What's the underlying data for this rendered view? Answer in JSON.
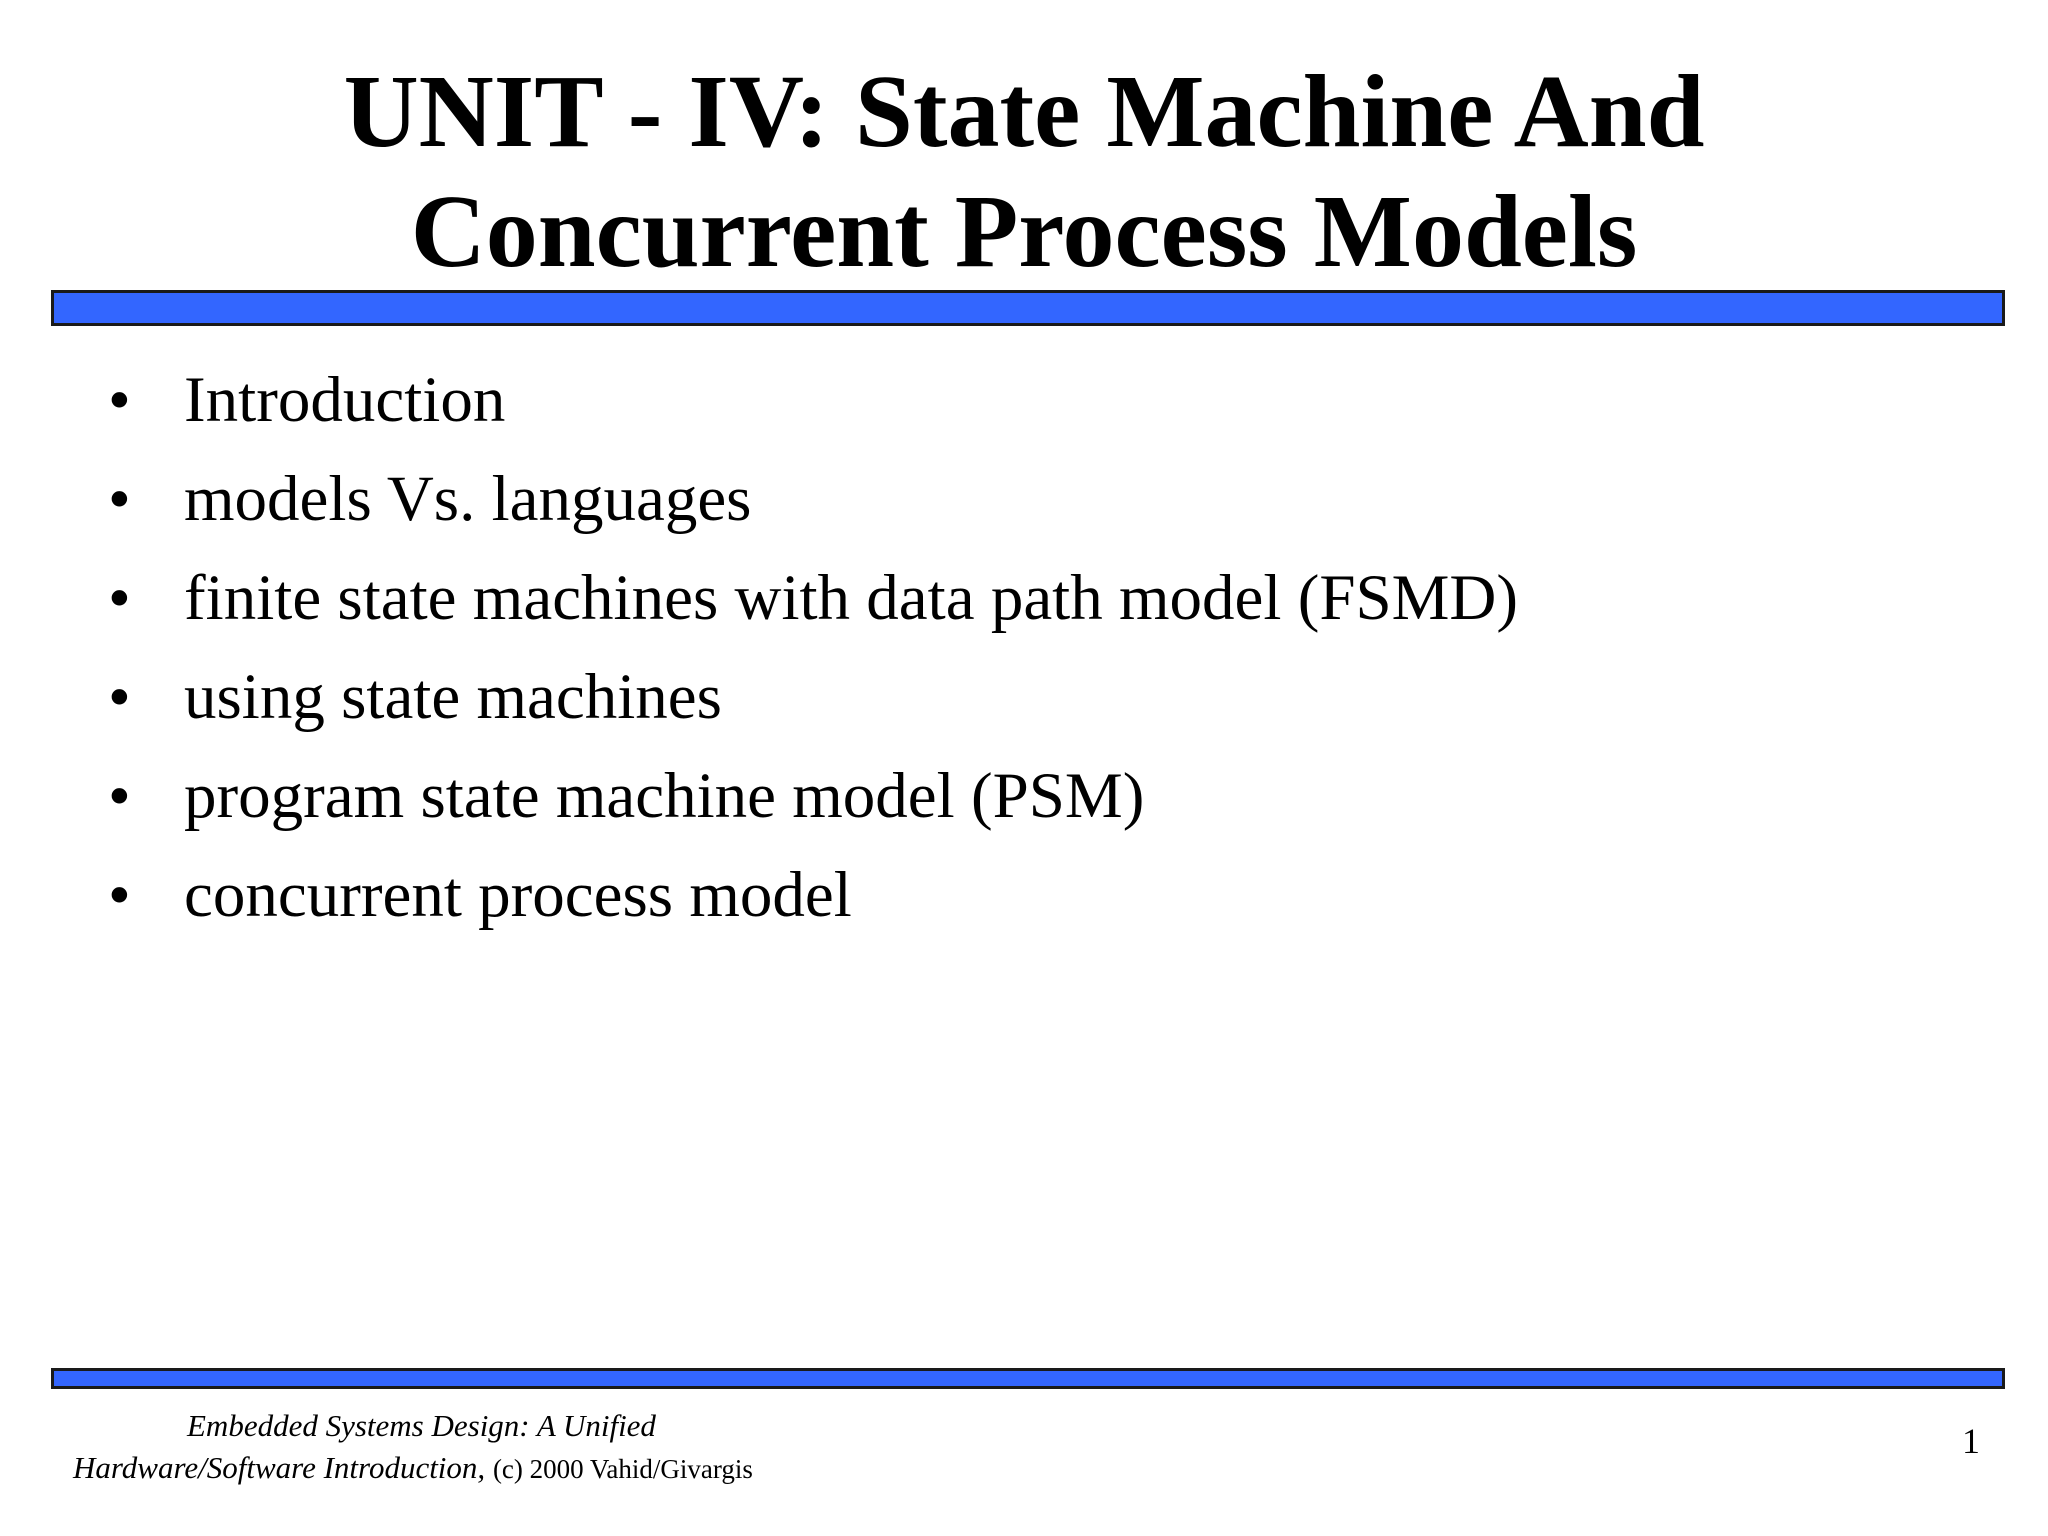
{
  "slide": {
    "title_line1": "UNIT - IV: State Machine And",
    "title_line2": "Concurrent Process Models",
    "bullets": [
      "Introduction",
      "models Vs. languages",
      "finite state machines with data path model (FSMD)",
      "using state machines",
      "program state machine model (PSM)",
      "concurrent process model"
    ],
    "bullet_marker": "•",
    "footer": {
      "line1": "Embedded Systems Design: A Unified",
      "line2_italic": "Hardware/Software Introduction,",
      "line2_plain": "(c) 2000 Vahid/Givargis"
    },
    "page_number": "1"
  },
  "colors": {
    "rule_fill": "#3366ff",
    "rule_border": "#1a1a1a",
    "text": "#000000",
    "background": "#ffffff"
  }
}
